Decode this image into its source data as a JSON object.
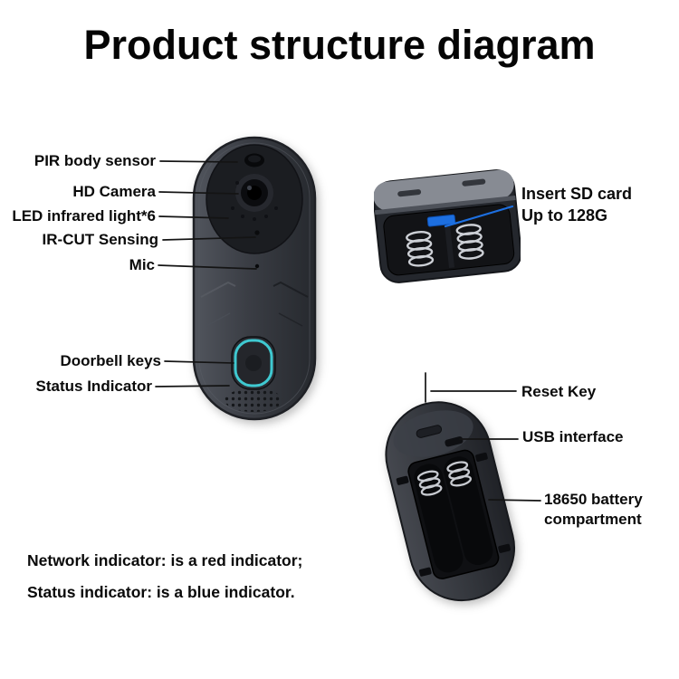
{
  "title": "Product structure diagram",
  "front_view": {
    "labels": {
      "pir": "PIR body sensor",
      "camera": "HD Camera",
      "led": "LED infrared light*6",
      "ircut": "IR-CUT Sensing",
      "mic": "Mic",
      "doorbell": "Doorbell keys",
      "status": "Status Indicator"
    }
  },
  "sd_card_note": {
    "line1": "Insert SD card",
    "line2": "Up to 128G"
  },
  "back_view": {
    "labels": {
      "reset": "Reset Key",
      "usb": "USB interface",
      "battery": "18650 battery compartment"
    }
  },
  "footnotes": {
    "network": "Network indicator: is a red indicator;",
    "status": "Status indicator: is a blue indicator."
  },
  "colors": {
    "accent_blue": "#1d6fe0",
    "status_teal": "#3fc9d1",
    "device_dark": "#33363c",
    "text": "#0a0a0a"
  }
}
